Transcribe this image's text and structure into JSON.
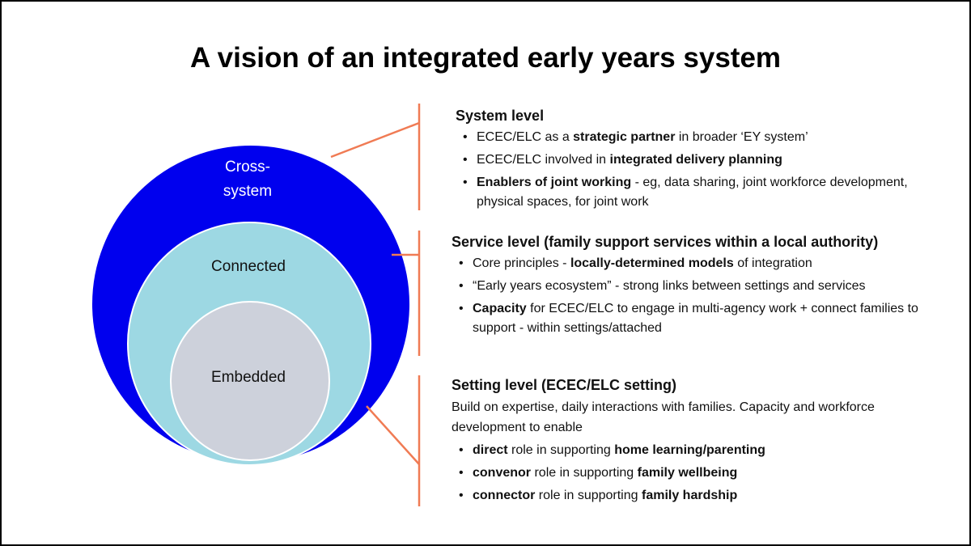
{
  "title": "A vision of an integrated early years system",
  "circles": [
    {
      "label": "Cross-\nsystem",
      "color": "#0000ee"
    },
    {
      "label": "Connected",
      "color": "#9dd8e3"
    },
    {
      "label": "Embedded",
      "color": "#cdd1db"
    }
  ],
  "bracket_color": "#f07b54",
  "sections": [
    {
      "heading": "System level",
      "intro": "",
      "bullets": [
        [
          {
            "t": "ECEC/ELC as a "
          },
          {
            "t": "strategic partner",
            "b": true
          },
          {
            "t": " in broader ‘EY system’"
          }
        ],
        [
          {
            "t": "ECEC/ELC involved in "
          },
          {
            "t": "integrated delivery planning",
            "b": true
          }
        ],
        [
          {
            "t": "Enablers of joint working",
            "b": true
          },
          {
            "t": " - eg, data sharing, joint workforce development, physical spaces, for joint work"
          }
        ]
      ]
    },
    {
      "heading": "Service level (family support services within a local authority)",
      "intro": "",
      "bullets": [
        [
          {
            "t": "Core principles - "
          },
          {
            "t": "locally-determined models",
            "b": true
          },
          {
            "t": " of integration"
          }
        ],
        [
          {
            "t": "“Early years ecosystem” - strong links between settings and services"
          }
        ],
        [
          {
            "t": "Capacity",
            "b": true
          },
          {
            "t": " for ECEC/ELC to engage in multi-agency work + connect families to support - within settings/attached"
          }
        ]
      ]
    },
    {
      "heading": "Setting level (ECEC/ELC setting)",
      "intro": "Build on expertise, daily interactions with families. Capacity and workforce development to enable",
      "bullets": [
        [
          {
            "t": "direct",
            "b": true
          },
          {
            "t": " role in supporting "
          },
          {
            "t": "home learning/parenting",
            "b": true
          }
        ],
        [
          {
            "t": "convenor",
            "b": true
          },
          {
            "t": " role in supporting "
          },
          {
            "t": "family wellbeing",
            "b": true
          }
        ],
        [
          {
            "t": "connector",
            "b": true
          },
          {
            "t": " role in supporting "
          },
          {
            "t": "family hardship",
            "b": true
          }
        ]
      ]
    }
  ]
}
